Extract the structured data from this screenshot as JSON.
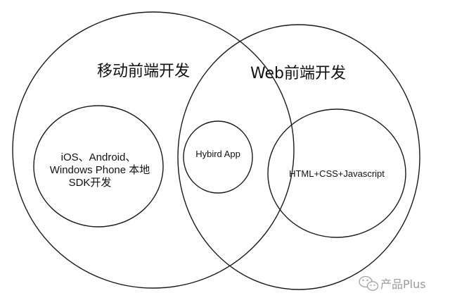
{
  "circles": {
    "mobile": {
      "title": "移动前端开发"
    },
    "web": {
      "title": "Web前端开发"
    },
    "native": {
      "lines": [
        "iOS、Android、",
        "Windows Phone 本地",
        "SDK开发"
      ]
    },
    "hybrid": {
      "label": "Hybird App"
    },
    "web_tech": {
      "label": "HTML+CSS+Javascript"
    }
  },
  "watermark": {
    "text": "产品Plus",
    "icon": "wechat-icon"
  },
  "colors": {
    "stroke": "#1a1a1a",
    "watermark": "#9a9a9a"
  }
}
